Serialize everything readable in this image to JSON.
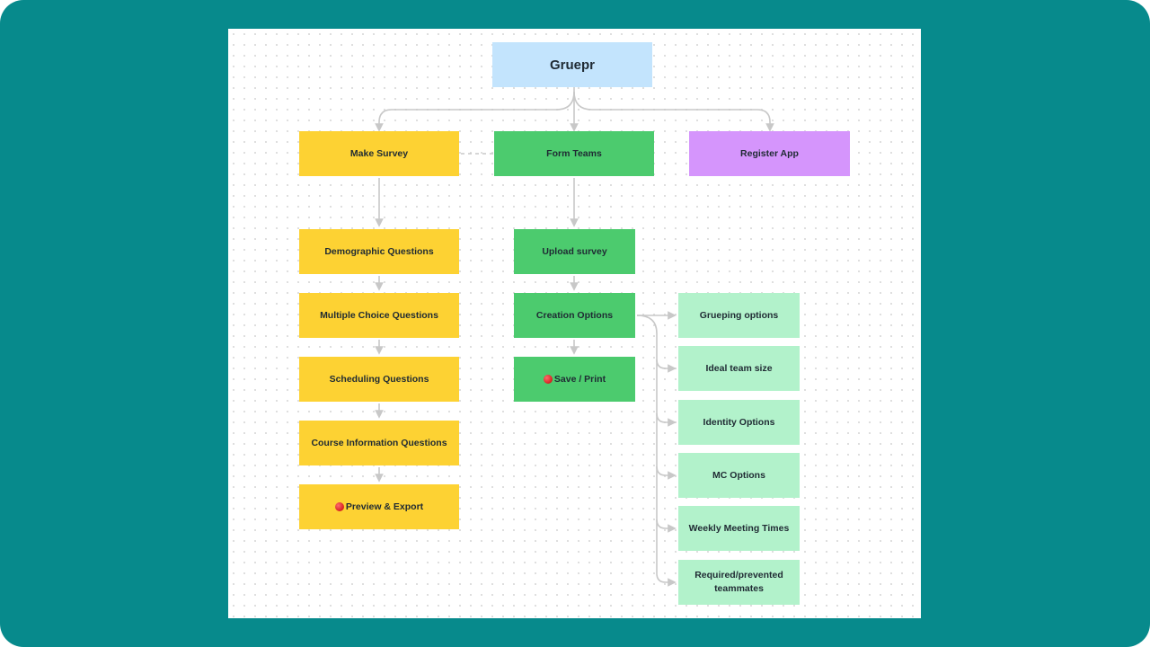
{
  "diagram": {
    "root": "Gruepr",
    "branches": {
      "make_survey": "Make Survey",
      "form_teams": "Form Teams",
      "register_app": "Register App"
    },
    "survey_steps": [
      "Demographic Questions",
      "Multiple Choice Questions",
      "Scheduling Questions",
      "Course Information Questions",
      "Preview & Export"
    ],
    "team_steps": [
      "Upload survey",
      "Creation Options",
      "Save / Print"
    ],
    "creation_options": [
      "Grueping options",
      "Ideal team size",
      "Identity Options",
      "MC Options",
      "Weekly Meeting Times",
      "Required/prevented teammates"
    ]
  },
  "colors": {
    "frame_bg": "#078a8c",
    "survey": "#fdd233",
    "teams": "#4ccb6e",
    "register": "#d595fc",
    "root": "#c3e4fd",
    "options": "#b2f2cb",
    "connector": "#c8c8c8"
  },
  "icons": {
    "preview_export": "red-circle-icon",
    "save_print": "red-circle-icon"
  }
}
